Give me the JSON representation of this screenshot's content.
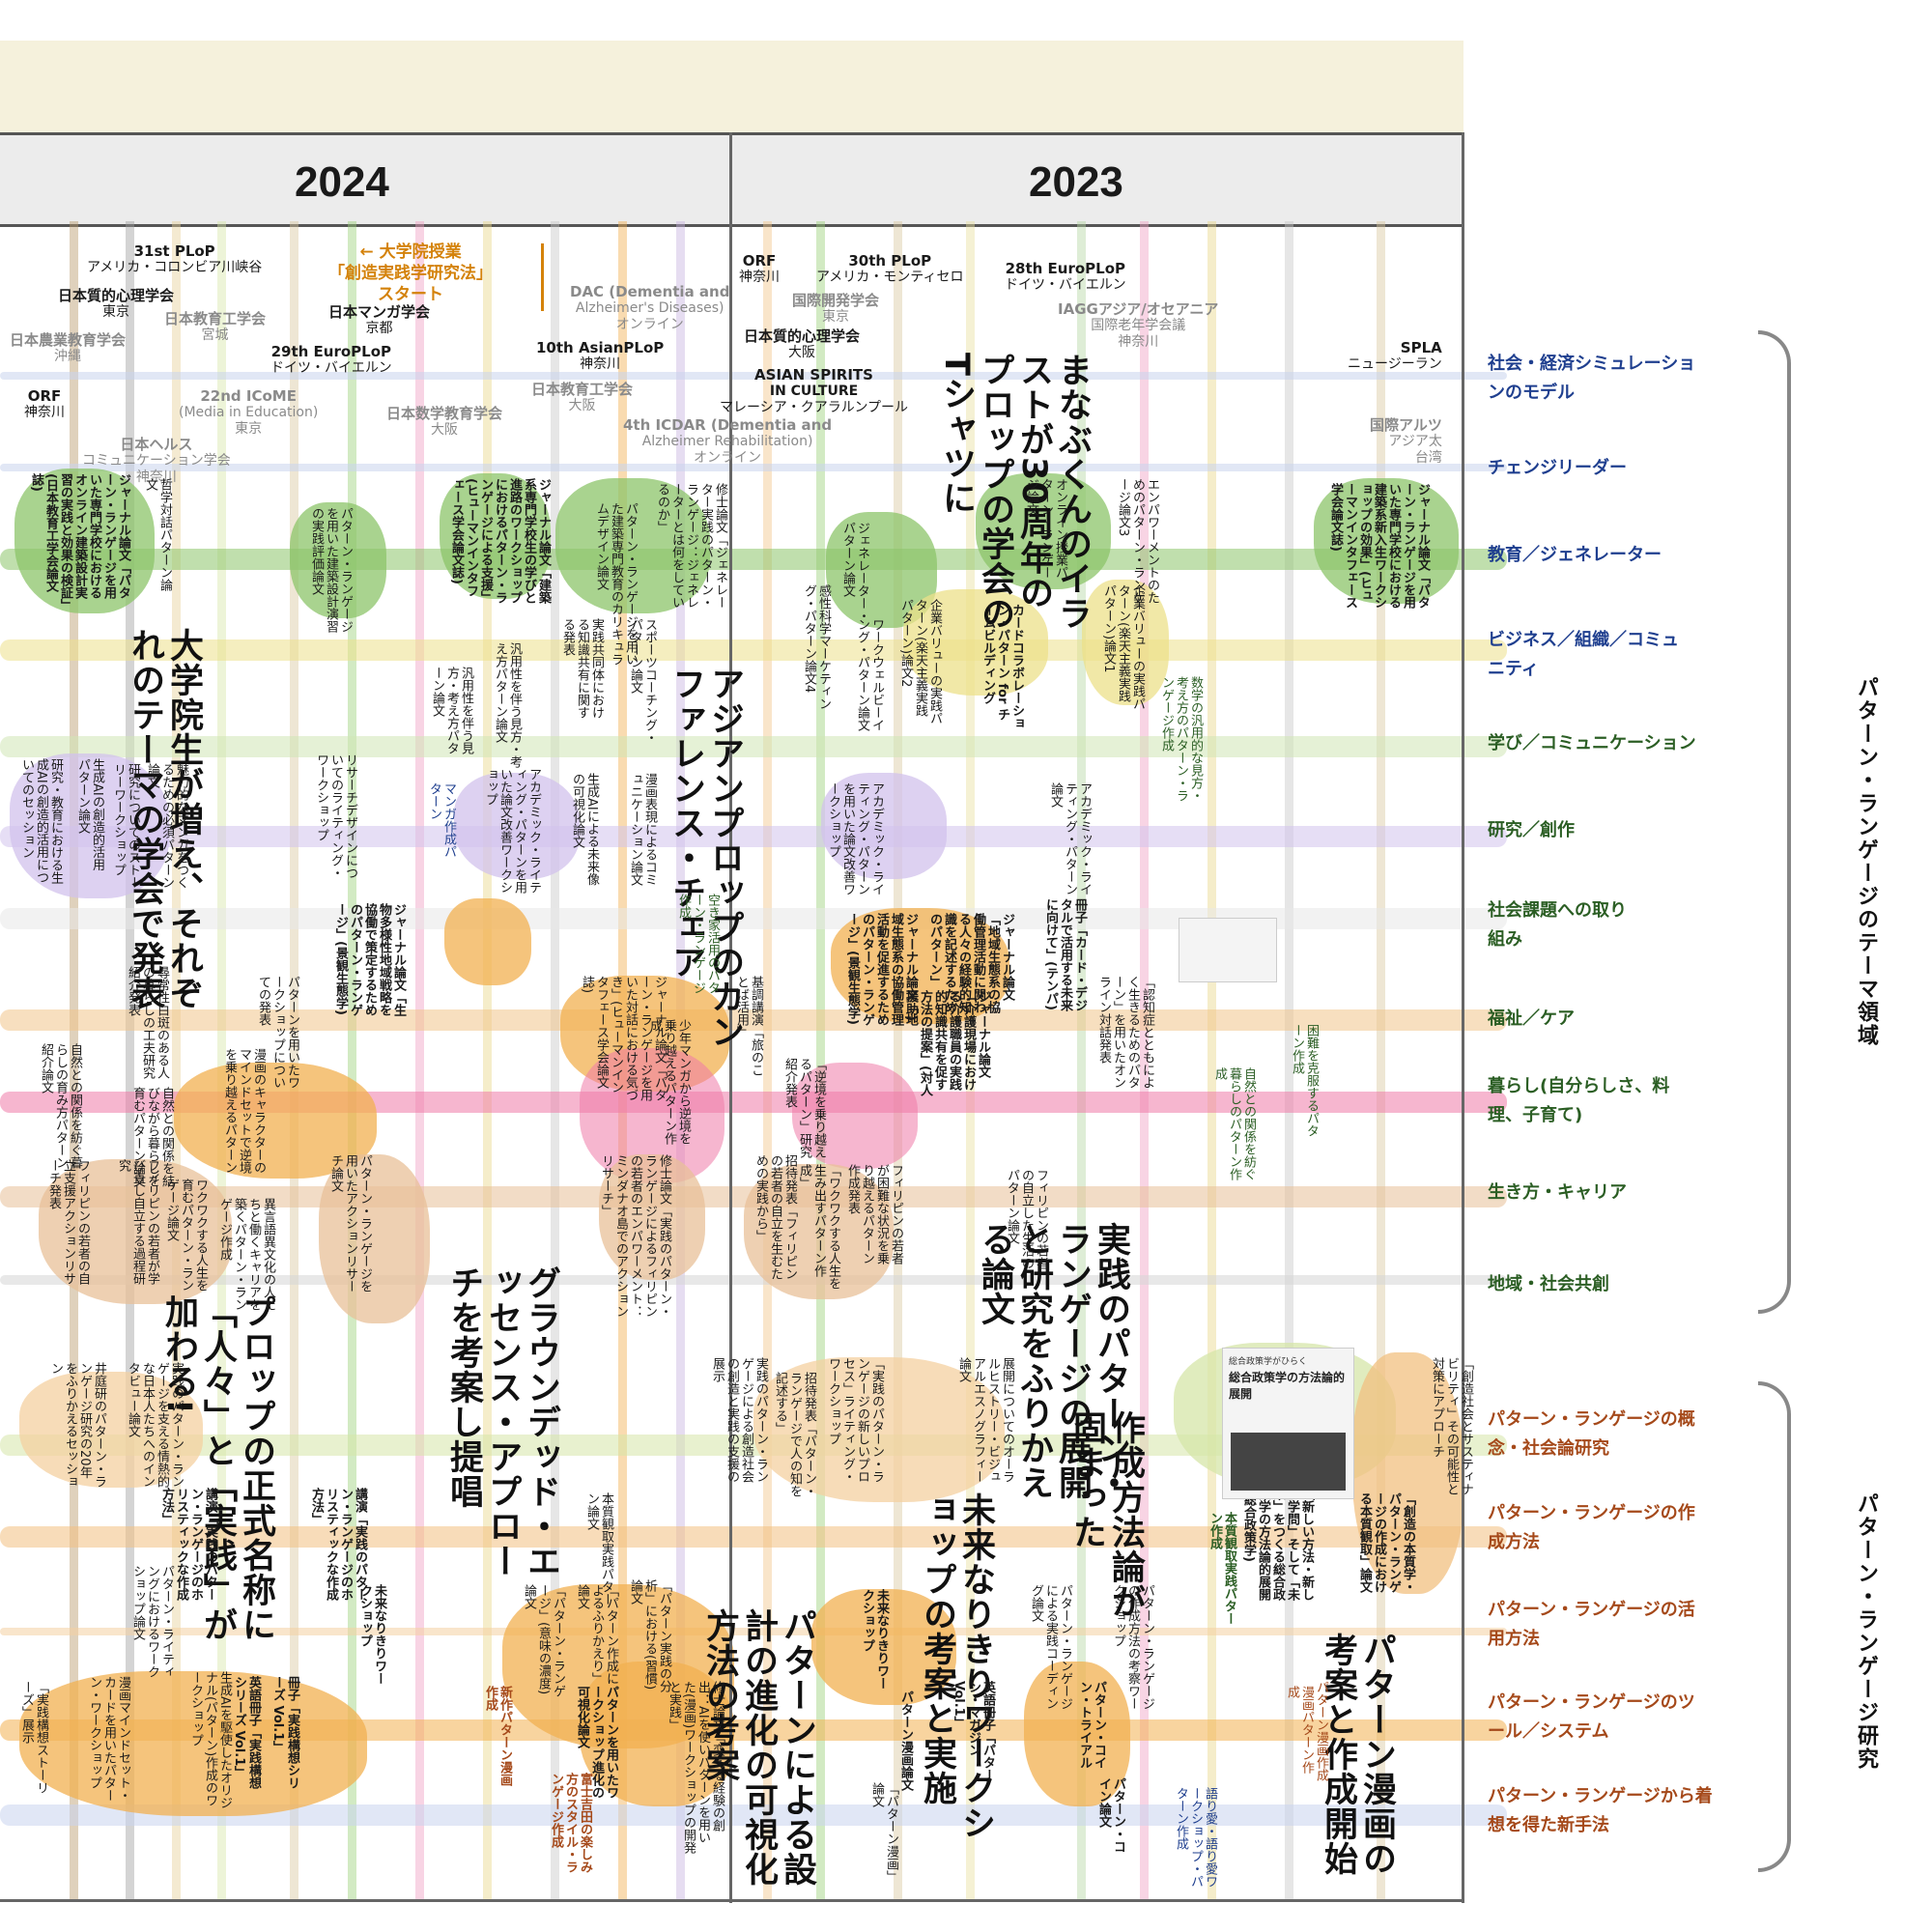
{
  "years": {
    "left": "2024",
    "right": "2023"
  },
  "events": {
    "e1": {
      "title": "31st PLoP",
      "sub": "アメリカ・コロンビア川峡谷"
    },
    "e2": {
      "title": "日本質的心理学会",
      "sub": "東京"
    },
    "e3": {
      "title": "日本教育工学会",
      "sub": "宮城"
    },
    "e4": {
      "title": "日本農業教育学会",
      "sub": "沖縄"
    },
    "e5": {
      "title": "日本マンガ学会",
      "sub": "京都"
    },
    "e6": {
      "title": "29th EuroPLoP",
      "sub": "ドイツ・バイエルン"
    },
    "e7": {
      "title": "ORF",
      "sub": "神奈川"
    },
    "e8": {
      "title": "22nd ICoME",
      "sub2": "(Media in Education)",
      "sub": "東京"
    },
    "e9": {
      "title": "日本数学教育学会",
      "sub": "大阪"
    },
    "e10": {
      "title": "日本ヘルス",
      "sub2": "コミュニケーション学会",
      "sub": "神奈川"
    },
    "e11": {
      "title": "DAC (Dementia and",
      "sub2": "Alzheimer's Diseases)",
      "sub": "オンライン"
    },
    "e12": {
      "title": "10th AsianPLoP",
      "sub": "神奈川"
    },
    "e13": {
      "title": "日本教育工学会",
      "sub": "大阪"
    },
    "e14": {
      "title": "4th ICDAR (Dementia and",
      "sub2": "Alzheimer Rehabilitation)",
      "sub": "オンライン"
    },
    "e15": {
      "title": "ORF",
      "sub": "神奈川"
    },
    "e16": {
      "title": "30th PLoP",
      "sub": "アメリカ・モンティセロ"
    },
    "e17": {
      "title": "国際開発学会",
      "sub": "東京"
    },
    "e18": {
      "title": "日本質的心理学会",
      "sub": "大阪"
    },
    "e19": {
      "title": "ASIAN SPIRITS",
      "sub2": "IN CULTURE",
      "sub": "マレーシア・クアラルンプール"
    },
    "e20": {
      "title": "28th EuroPLoP",
      "sub": "ドイツ・バイエルン"
    },
    "e21": {
      "title": "IAGGアジア/オセアニア",
      "sub2": "国際老年学会議",
      "sub": "神奈川"
    },
    "e22": {
      "title": "SPLA",
      "sub": "ニュージーラン"
    },
    "e23": {
      "title": "国際アルツ",
      "sub2": "アジア太",
      "sub": "台湾"
    }
  },
  "course_note": {
    "line1": "大学院授業",
    "line2": "「創造実践学研究法」",
    "line3": "スタート"
  },
  "big_notes": {
    "n1": "大学院生が増え、それぞれのテーマの学会で発表",
    "n2": "アジアンプロップのカンファレンス・チェア",
    "n3": "まなぶくんのイラストが30周年のプロップの学会のTシャツに",
    "n4": "プロップの正式名称に「人々」と「実践」が加わる!",
    "n5": "グラウンデッド・エッセンス・アプローチを考案し提唱",
    "n6": "実践のパターン・ランゲージの展開と研究をふりかえる論文",
    "n7": "作成方法論が固まった",
    "n8": "未来なりきりワークショップの考案と実施",
    "n9": "パターンによる設計の進化の可視化方法の考案",
    "n10": "パターン漫画の考案と作成開始"
  },
  "items": [
    "ジャーナル論文「パターン・ランゲージを用いた専門学校におけるオンライン建築設計実習の実践と効果の検証」(日本教育工学会論文誌)",
    "哲学対話パターン論文",
    "パターン・ランゲージを用いた建築設計演習の実践評価論文",
    "ジャーナル論文「建築系専門学校生の学びと進路のワークショップにおけるパターン・ランゲージによる支援」(ヒューマンインタフェース学会論文誌)",
    "パターン・ランゲージを用いた建築専門教育のカリキュラムデザイン論文",
    "修士論文「ジェネレーター実践のパターン・ランゲージ：ジェネレーターとは何をしているのか」",
    "実践共同体における知識共有に関する発表",
    "スポーツコーチング・パターン論文",
    "汎用性を伴う見方・考え方パターン論文",
    "汎用性を伴う見方・考え方パターン論文",
    "ジェネレーター・パターン論文",
    "企業バリューの実践パターン(楽天主義実践パターン)論文2",
    "ワークウェルビーイング・パターン論文",
    "感性科学マーケティング・パターン論文4",
    "カードコラボレーション・パターン for チームビルディング",
    "企業バリューの実践パターン(楽天主義実践パターン)論文1",
    "エンパワーメントのためのパターン・ランゲージ論文3",
    "オンライン授業パターン・ランゲージ論文",
    "ジャーナル論文「パターン・ランゲージを用いた専門学校における建築系新入生ワークショップの効果」(ヒューマンインタフェース学会論文誌)",
    "数学の汎用的な見方・考え方のパターン・ランゲージ作成",
    "研究・教育における生成AIの創造的活用についてのセッション",
    "生成AIの創造的活用パターン論文",
    "研究についてのストーリーワークショップ",
    "魅力的なマンガをつくるための必須パターン論文",
    "リサーチデザインについてのライティング・ワークショップ",
    "マンガ作成パターン",
    "アカデミック・ライティング・パターンを用いた論文改善ワークショップ",
    "生成AIによる未来像の可視化論文",
    "漫画表現によるコミュニケーション論文",
    "空き家活用のパターン・ランゲージ作成",
    "アカデミック・ライティング・パターンを用いた論文改善ワークショップ",
    "アカデミック・ライティング・パターン論文",
    "ジャーナル論文「生物多様性地域戦略を協働で策定するためのパターン・ランゲージ」(景観生態学)",
    "ジャーナル論文「地域生態系の協働管理活動を促進するためのパターン・ランゲージ」(景観生態学)",
    "ジャーナル論文「地域生態系の協働管理活動に関わる人々の経験的知識を記述するためのパターン」",
    "冊子「カード・デジタルで活用する未来に向けて」(テンパ)",
    "ジャーナル論文「介護現場における介護職員の実践的知識共有を促す方法の提案」(対人援助)",
    "尋常性白斑のある人の暮らしの工夫研究紹介発表",
    "パターンを用いたワークショップについての発表",
    "ジャーナル論文「パターン・ランゲージを用いた対話における気づき」(ヒューマンインタフェース学会論文誌)",
    "基調講演「旅のことば活用」",
    "「認知症とともによく生きるためのパターン」を用いたオンライン対話発表",
    "自然との関係を紡ぐ暮らしの育み方パターン紹介論文",
    "自然との関係を結びながら暮らしを育むパターン論文",
    "漫画のキャラクターのマインドセットで逆境を乗り越えるパターン",
    "少年マンガから逆境を乗り越えるパターン作成",
    "「逆境を乗り越えるパターン」研究紹介発表",
    "困難を克服するパターン作成",
    "自然との関係を紡ぐ暮らしのパターン作成",
    "フィリピンの若者の自立支援アクションリサーチ発表",
    "フィリピンの若者が学び直し自立する過程研究",
    "ワクワクする人生を育むパターン・ランゲージ論文",
    "異言語異文化の人たちと働くキャリアを築くパターン・ランゲージ作成",
    "パターン・ランゲージを用いたアクションリサーチ論文",
    "修士論文「実践のパターン・ランゲージによるフィリピンの若者のエンパワーメント：ミンダナオ島でのアクションリサーチ」",
    "招待発表「フィリピンの若者の自立を生むための実践から」",
    "「ワクワクする人生を生み出すパターン作成」",
    "フィリピンの若者が困難な状況を乗り越えるパターン作成発表",
    "フィリピンの若者の自立した生活のパターン論文",
    "井庭研のパターン・ランゲージ研究の20年をふりかえるセッション",
    "実践のパターン・ランゲージを支える情熱的な日本人たちへのインタビュー論文",
    "講演「実践のパターン・ランゲージのホリスティックな作成方法」",
    "講演「実践のパターン・ランゲージのホリスティックな作成方法」",
    "本質観取実践パターン論文",
    "実践のパターン・ランゲージによる創造社会の創造と実践の支援の展示",
    "招待発表「パターン・ランゲージで人の知を記述する」",
    "「実践のパターン・ランゲージの新しいプロセス」ライティング・ワークショップ",
    "展開についてのオーラルヒストリー・ビジュアルエスノグラフィー論文",
    "「創造の本質学・パターン・ランゲージの作成における本質観取」論文",
    "「創造社会とサスティナビリティ」その可能性と対策にアプローチ",
    "「新しい方法・新しい学問」そして「未来」をつくる総合政策学の方法論的展開(総合政策学)",
    "本質観取実践パターン作成",
    "パターン・ランゲージの作成方法の考察ワークショップ",
    "パターン・ランゲージによる実践コーディング論文",
    "パターン・ライティングにおけるワークショップ論文",
    "「パターン・ランゲージ」(意味の濃度)論文",
    "「パターン実践の分析」における(習慣)論文",
    "未来なりきりワークショップ",
    "未来なりきりワークショップ",
    "「パターン作成によるふりかえり」論文",
    "英語冊子「実践構想シリーズ Vol.1」",
    "冊子「実践構想シリーズ Vol.1」",
    "生成AIを駆使したオリジナル(パターン)作成のワークショップ",
    "漫画パターン作成",
    "パターン漫画論文",
    "「パターン漫画」論文",
    "英語冊子「パターン・マガジン Vol.1」",
    "パターン・コイン・トライアル",
    "パターン・コイン論文",
    "パターン漫画作成",
    "語り愛・語り愛ワークショップ・パターン作成",
    "漫画マインドセット・カードを用いたパターン・ワークショップ",
    "「実践構想ストーリーズ」展示",
    "修士論文「変える経験の創出：AIを使いパターンを用いた(漫画)ワークショップの開発と実践」",
    "富士吉田の楽しみ方のスタイル・ランゲージ作成",
    "新作パターン漫画作成",
    "パターンを用いたワークショップ進化の可視化論文"
  ],
  "themes": [
    "社会・経済シミュレーションのモデル",
    "チェンジリーダー",
    "教育／ジェネレーター",
    "ビジネス／組織／コミュニティ",
    "学び／コミュニケーション",
    "研究／創作",
    "社会課題への取り組み",
    "福祉／ケア",
    "暮らし(自分らしさ、料理、子育て)",
    "生き方・キャリア",
    "地域・社会共創",
    "パターン・ランゲージの概念・社会論研究",
    "パターン・ランゲージの作成方法",
    "パターン・ランゲージの活用方法",
    "パターン・ランゲージのツール／システム",
    "パターン・ランゲージから着想を得た新手法"
  ],
  "groups": {
    "upper": "パターン・ランゲージのテーマ領域",
    "lower": "パターン・ランゲージ研究"
  },
  "book": {
    "series": "総合政策学がひらく",
    "title": "総合政策学の方法論的展開"
  },
  "colors": {
    "green": "#8cc46a",
    "purple": "#c7b5e6",
    "orange": "#f2b050",
    "pink": "#ee6aa0",
    "tan": "#d9bf92",
    "gray": "#b8b8b8",
    "blue": "#9fb2e0",
    "theme_blue": "#1f3f8f",
    "theme_green": "#2b5e24",
    "theme_brown": "#a5491a"
  }
}
